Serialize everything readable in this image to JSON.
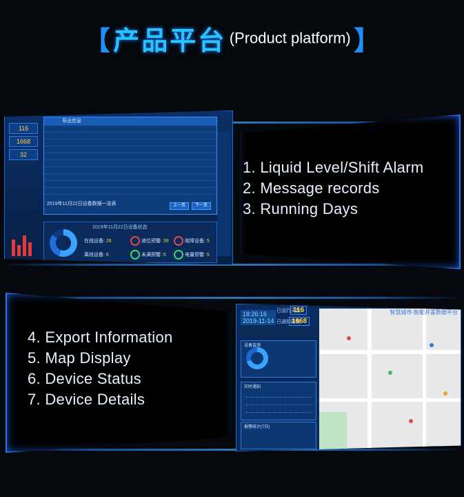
{
  "header": {
    "bracket_left": "【",
    "title_cn": "产品平台",
    "title_en": "(Product platform)",
    "bracket_right": "】"
  },
  "features_top": [
    "1. Liquid Level/Shift Alarm",
    "2. Message records",
    "3. Running Days"
  ],
  "features_bottom": [
    "4. Export Information",
    "5. Map Display",
    "6. Device Status",
    "7. Device Details"
  ],
  "screenshot_top": {
    "left_values": [
      "116",
      "1668",
      "32"
    ],
    "dialog_title": "导出信息",
    "table_caption": "2019年11月22日设备数据一览表",
    "prev_button": "上一页",
    "next_button": "下一页",
    "status_title": "2019年11月22日设备状态",
    "status_items": [
      {
        "label": "在线设备:",
        "value": "26"
      },
      {
        "label": "液位预警:",
        "value": "39"
      },
      {
        "label": "故障设备:",
        "value": "5"
      },
      {
        "label": "离线设备:",
        "value": "6"
      },
      {
        "label": "未满预警:",
        "value": "5"
      },
      {
        "label": "电量预警:",
        "value": "5"
      }
    ]
  },
  "screenshot_bottom": {
    "time": "18:26:16",
    "date": "2019-11-14",
    "run_days_label": "已运行天数:",
    "run_days_value": "116",
    "records_label": "已通知报警:",
    "records_value": "1668",
    "map_title": "智慧城市-智能井盖数据平台",
    "device_panel": "设备监测",
    "alarm_panel": "实时通知",
    "chart_panel": "报警统计(7日)"
  },
  "colors": {
    "accent": "#29c4ff",
    "panel_border": "#2d74e8",
    "highlight_value": "#ffd54a"
  }
}
